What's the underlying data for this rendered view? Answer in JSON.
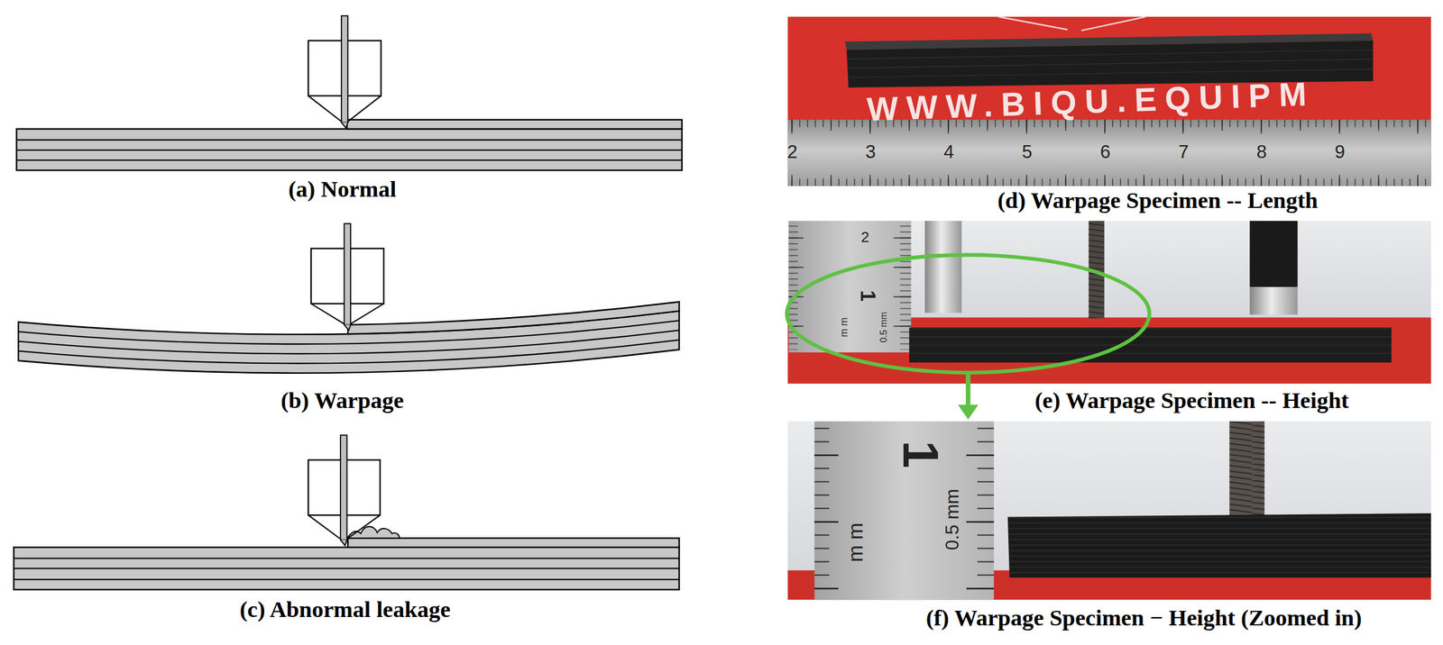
{
  "diagram": {
    "labels": [
      "(a) Normal",
      "(b) Warpage",
      "(c) Abnormal leakage",
      "2",
      "3",
      "4",
      "5",
      "6",
      "7",
      "8",
      "9",
      "WWW.BIQU.EQUIPM",
      "(d) Warpage Specimen -- Length",
      "2",
      "1",
      "m m",
      "0.5 mm",
      "(e) Warpage Specimen -- Height",
      "m m",
      "0.5 mm",
      "1",
      "(f) Warpage Specimen − Height (Zoomed in)"
    ]
  }
}
